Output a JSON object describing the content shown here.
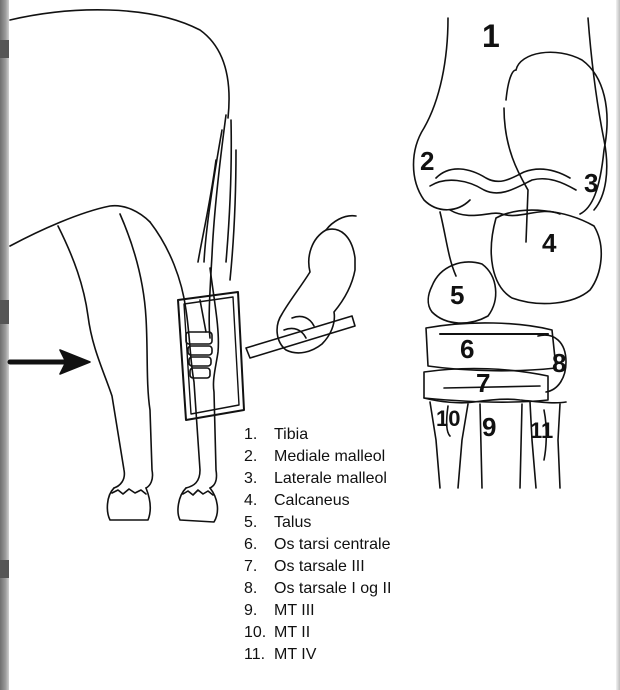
{
  "anatomy_labels": [
    {
      "id": "1",
      "text": "1"
    },
    {
      "id": "2",
      "text": "2"
    },
    {
      "id": "3",
      "text": "3"
    },
    {
      "id": "4",
      "text": "4"
    },
    {
      "id": "5",
      "text": "5"
    },
    {
      "id": "6",
      "text": "6"
    },
    {
      "id": "7",
      "text": "7"
    },
    {
      "id": "8",
      "text": "8"
    },
    {
      "id": "9",
      "text": "9"
    },
    {
      "id": "10",
      "text": "10"
    },
    {
      "id": "11",
      "text": "11"
    }
  ],
  "legend": [
    {
      "num": "1.",
      "name": "Tibia"
    },
    {
      "num": "2.",
      "name": "Mediale malleol"
    },
    {
      "num": "3.",
      "name": "Laterale malleol"
    },
    {
      "num": "4.",
      "name": "Calcaneus"
    },
    {
      "num": "5.",
      "name": "Talus"
    },
    {
      "num": "6.",
      "name": "Os tarsi centrale"
    },
    {
      "num": "7.",
      "name": "Os tarsale III"
    },
    {
      "num": "8.",
      "name": "Os tarsale I og II"
    },
    {
      "num": "9.",
      "name": "MT III"
    },
    {
      "num": "10.",
      "name": "MT II"
    },
    {
      "num": "11.",
      "name": "MT IV"
    }
  ],
  "colors": {
    "ink": "#111111",
    "paper": "#ffffff",
    "edge": "#8a8a8a"
  }
}
